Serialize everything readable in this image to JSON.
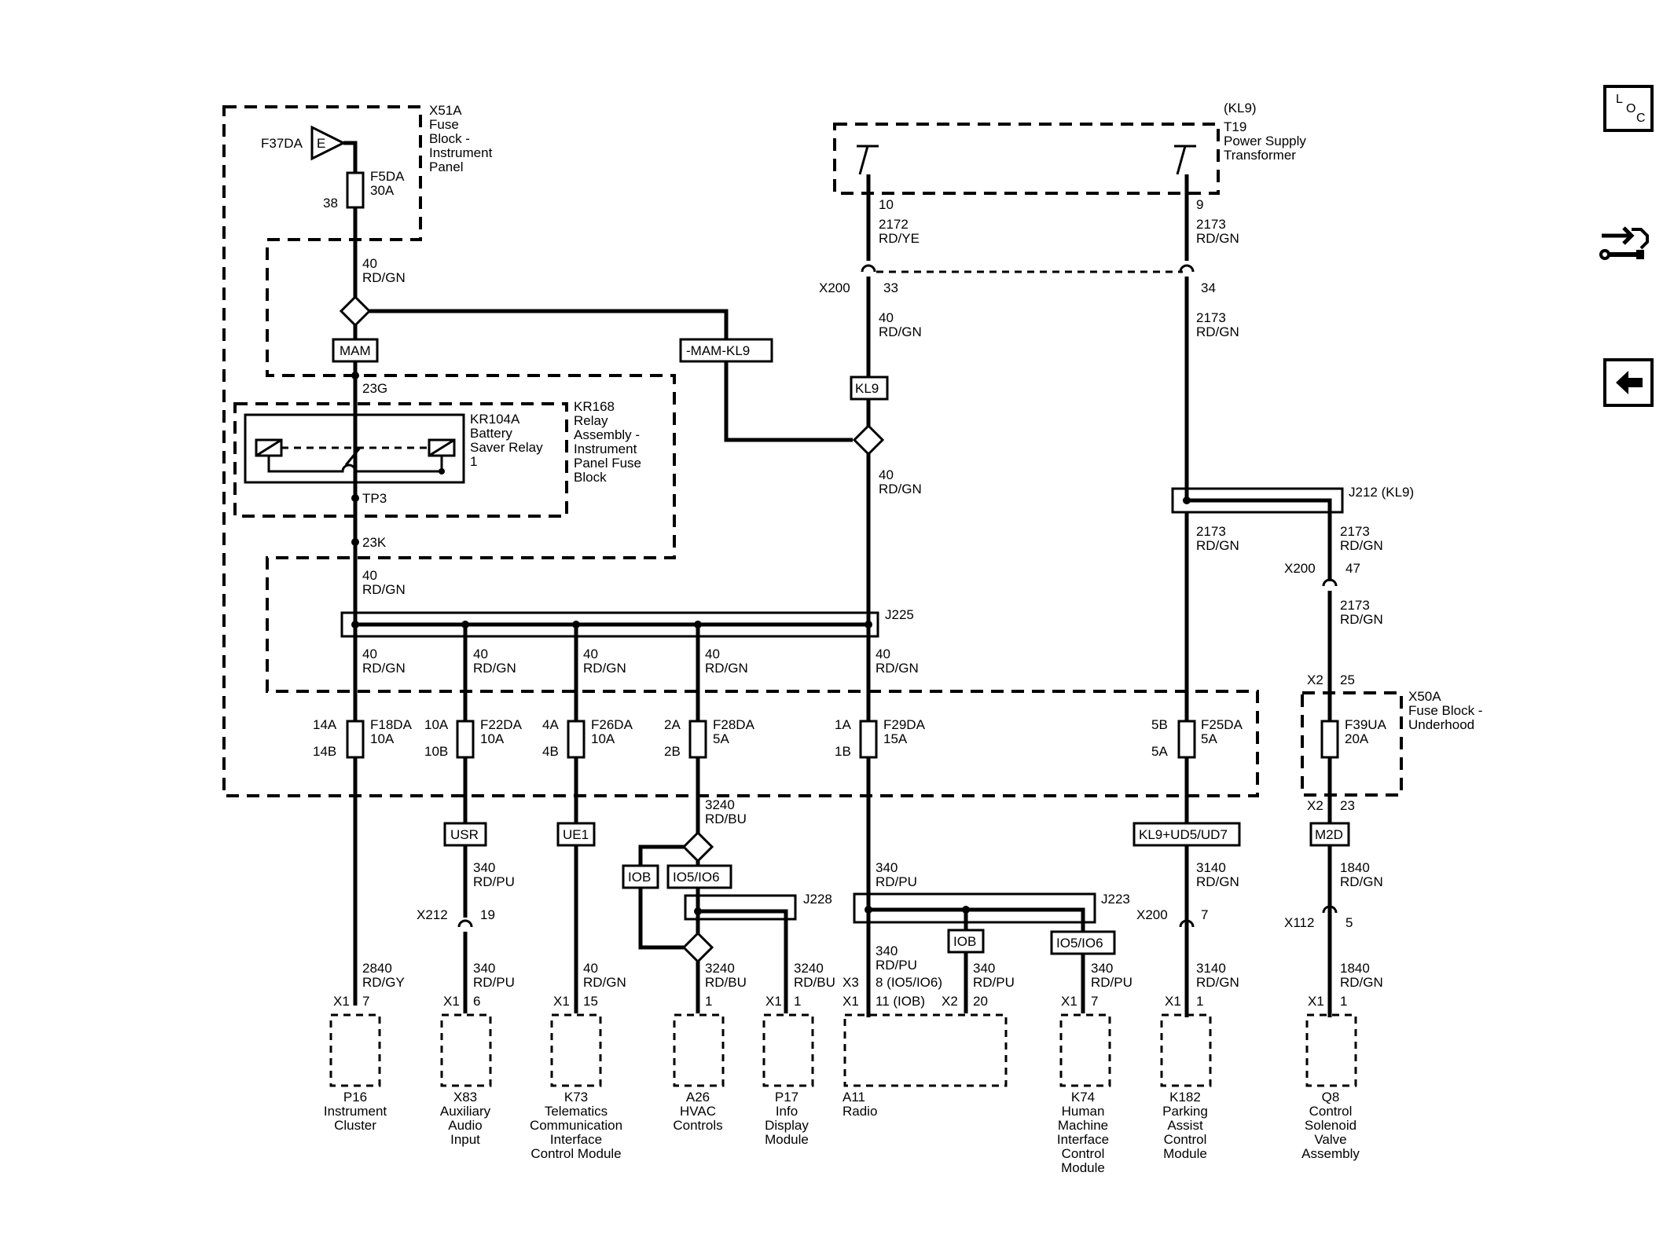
{
  "title_note": "(KL9)",
  "components": {
    "x51a": "X51A",
    "x51a_desc": [
      "Fuse",
      "Block -",
      "Instrument",
      "Panel"
    ],
    "f37da": "F37DA",
    "f37da_tag": "E",
    "f5da": "F5DA",
    "f5da_amp": "30A",
    "pin38": "38",
    "t19": "T19",
    "t19_desc": [
      "Power Supply",
      "Transformer"
    ],
    "kr168": "KR168",
    "kr168_desc": [
      "Relay",
      "Assembly -",
      "Instrument",
      "Panel Fuse",
      "Block"
    ],
    "kr104a": "KR104A",
    "kr104a_desc": [
      "Battery",
      "Saver Relay",
      "1"
    ],
    "x50a": "X50A",
    "x50a_desc": [
      "Fuse Block -",
      "Underhood"
    ]
  },
  "labels": {
    "mam": "MAM",
    "mam_kl9": "-MAM-KL9",
    "kl9": "KL9",
    "usr": "USR",
    "ue1": "UE1",
    "iob": "IOB",
    "io5io6": "IO5/IO6",
    "iob2": "IOB",
    "io5io6_2": "IO5/IO6",
    "kl9ud": "KL9+UD5/UD7",
    "m2d": "M2D",
    "j225": "J225",
    "j212": "J212  (KL9)",
    "j228": "J228",
    "j223": "J223",
    "tp3": "TP3",
    "p23g": "23G",
    "p23k": "23K"
  },
  "wires": {
    "w40": "40",
    "rdgn": "RD/GN",
    "w2172": "2172",
    "rdye": "RD/YE",
    "w2173": "2173",
    "w3240": "3240",
    "rdbu": "RD/BU",
    "w340": "340",
    "rdpu": "RD/PU",
    "w2840": "2840",
    "rdgy": "RD/GY",
    "w3140": "3140",
    "w1840": "1840"
  },
  "connectors": {
    "x200": "X200",
    "x212": "X212",
    "x112": "X112",
    "x1": "X1",
    "x2": "X2",
    "x3": "X3",
    "p10": "10",
    "p9": "9",
    "p33": "33",
    "p34": "34",
    "p47": "47",
    "p19": "19",
    "p7": "7",
    "p5": "5",
    "p25": "25",
    "p23": "23",
    "p6": "6",
    "p15": "15",
    "p1": "1",
    "p20": "20",
    "p8iob": "8  (IO5/IO6)",
    "p11iob": "11 (IOB)"
  },
  "fuses": [
    {
      "id": "F18DA",
      "amp": "10A",
      "in": "14A",
      "out": "14B"
    },
    {
      "id": "F22DA",
      "amp": "10A",
      "in": "10A",
      "out": "10B"
    },
    {
      "id": "F26DA",
      "amp": "10A",
      "in": "4A",
      "out": "4B"
    },
    {
      "id": "F28DA",
      "amp": "5A",
      "in": "2A",
      "out": "2B"
    },
    {
      "id": "F29DA",
      "amp": "15A",
      "in": "1A",
      "out": "1B"
    },
    {
      "id": "F25DA",
      "amp": "5A",
      "in": "5B",
      "out": "5A"
    },
    {
      "id": "F39UA",
      "amp": "20A",
      "in": "25",
      "out": "23"
    }
  ],
  "modules": [
    {
      "id": "P16",
      "desc": [
        "Instrument",
        "Cluster"
      ]
    },
    {
      "id": "X83",
      "desc": [
        "Auxiliary",
        "Audio",
        "Input"
      ]
    },
    {
      "id": "K73",
      "desc": [
        "Telematics",
        "Communication",
        "Interface",
        "Control Module"
      ]
    },
    {
      "id": "A26",
      "desc": [
        "HVAC",
        "Controls"
      ]
    },
    {
      "id": "P17",
      "desc": [
        "Info",
        "Display",
        "Module"
      ]
    },
    {
      "id": "A11",
      "desc": [
        "Radio"
      ]
    },
    {
      "id": "K74",
      "desc": [
        "Human",
        "Machine",
        "Interface",
        "Control",
        "Module"
      ]
    },
    {
      "id": "K182",
      "desc": [
        "Parking",
        "Assist",
        "Control",
        "Module"
      ]
    },
    {
      "id": "Q8",
      "desc": [
        "Control",
        "Solenoid",
        "Valve",
        "Assembly"
      ]
    }
  ],
  "sidebar": {
    "loc_letters": [
      "L",
      "O",
      "C"
    ],
    "loc_icon": "loc-icon",
    "connector_icon": "connector-wrench-icon",
    "back_icon": "back-arrow-icon"
  }
}
